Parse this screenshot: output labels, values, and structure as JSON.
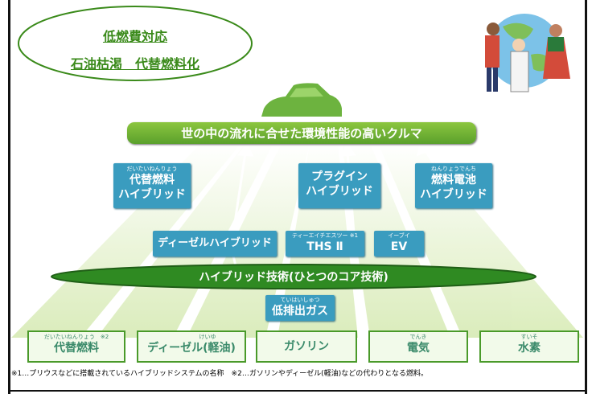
{
  "title_oval": {
    "line1": "低燃費対応",
    "line2": "石油枯渇　代替燃料化"
  },
  "goal_label": "世の中の流れに合せた環境性能の高いクルマ",
  "upper_boxes": [
    {
      "ruby": "だいたいねんりょう",
      "line1": "代替燃料",
      "line2": "ハイブリッド"
    },
    {
      "ruby": "",
      "line1": "プラグイン",
      "line2": "ハイブリッド"
    },
    {
      "ruby": "ねんりょうでんち",
      "line1": "燃料電池",
      "line2": "ハイブリッド"
    }
  ],
  "middle_boxes": {
    "diesel_hybrid": "ディーゼルハイブリッド",
    "ths": {
      "ruby": "ティーエイチエスツー ※1",
      "label": "THS Ⅱ"
    },
    "ev": {
      "ruby": "イーブイ",
      "label": "EV"
    }
  },
  "core_label": "ハイブリッド技術(ひとつのコア技術)",
  "low_emission": {
    "ruby": "ていはいしゅつ",
    "label": "低排出ガス"
  },
  "fuels": [
    {
      "ruby": "だいたいねんりょう",
      "note": "※2",
      "label": "代替燃料"
    },
    {
      "ruby": "けいゆ",
      "note": "",
      "label": "ディーゼル(軽油)"
    },
    {
      "ruby": "",
      "note": "",
      "label": "ガソリン"
    },
    {
      "ruby": "でんき",
      "note": "",
      "label": "電気"
    },
    {
      "ruby": "すいそ",
      "note": "",
      "label": "水素"
    }
  ],
  "footnote": "※1…プリウスなどに搭載されているハイブリッドシステムの名称　※2…ガソリンやディーゼル(軽油)などの代わりとなる燃料。",
  "colors": {
    "green": "#6db33f",
    "blue_box": "#3a9cbf",
    "core_oval": "#2f8a22",
    "title_text": "#3a8a1a"
  },
  "icons": {
    "car": "car-silhouette-icon",
    "people": "people-around-globe-icon"
  }
}
